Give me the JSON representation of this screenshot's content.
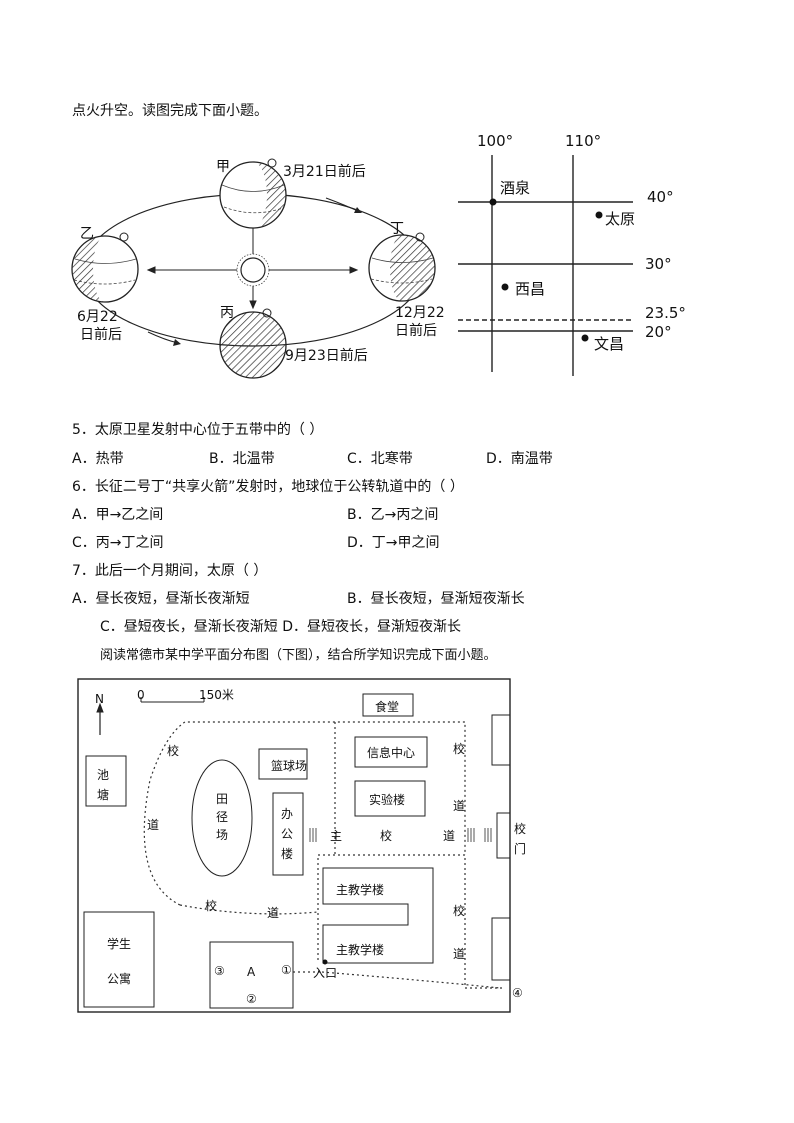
{
  "intro": "点火升空。读图完成下面小题。",
  "orbit": {
    "jia": "甲",
    "yi": "乙",
    "bing": "丙",
    "ding": "丁",
    "mar21": "3月21日前后",
    "jun22_a": "6月22",
    "jun22_b": "日前后",
    "dec22_a": "12月22",
    "dec22_b": "日前后",
    "sep23": "9月23日前后"
  },
  "grid": {
    "lon100": "100°",
    "lon110": "110°",
    "lat40": "40°",
    "lat30": "30°",
    "lat235": "23.5°",
    "lat20": "20°",
    "jiuquan": "酒泉",
    "taiyuan": "太原",
    "xichang": "西昌",
    "wenchang": "文昌"
  },
  "q5": {
    "stem": "5．太原卫星发射中心位于五带中的（    ）",
    "a": "A．热带",
    "b": "B．北温带",
    "c": "C．北寒带",
    "d": "D．南温带"
  },
  "q6": {
    "stem": "6．长征二号丁“共享火箭”发射时，地球位于公转轨道中的（    ）",
    "a": "A．甲→乙之间",
    "b": "B．乙→丙之间",
    "c": "C．丙→丁之间",
    "d": "D．丁→甲之间"
  },
  "q7": {
    "stem": "7．此后一个月期间，太原（    ）",
    "a": "A．昼长夜短，昼渐长夜渐短",
    "b": "B．昼长夜短，昼渐短夜渐长",
    "cd": "C．昼短夜长，昼渐长夜渐短     D．昼短夜长，昼渐短夜渐长"
  },
  "intro2": "阅读常德市某中学平面分布图（下图），结合所学知识完成下面小题。",
  "map": {
    "north": "N",
    "scale0": "0",
    "scale150": "150米",
    "canteen": "食堂",
    "pond_a": "池",
    "pond_b": "塘",
    "track_a": "田",
    "track_b": "径",
    "track_c": "场",
    "basketball": "篮球场",
    "office_a": "办",
    "office_b": "公",
    "office_c": "楼",
    "info": "信息中心",
    "lab": "实验楼",
    "xiao": "校",
    "dao": "道",
    "zhu": "主",
    "gate_a": "校",
    "gate_b": "门",
    "dorm_a": "学生",
    "dorm_b": "公寓",
    "teach1": "主教学楼",
    "teach2": "主教学楼",
    "a": "A",
    "c1": "①",
    "c2": "②",
    "c3": "③",
    "c4": "④",
    "entrance": "入口"
  }
}
